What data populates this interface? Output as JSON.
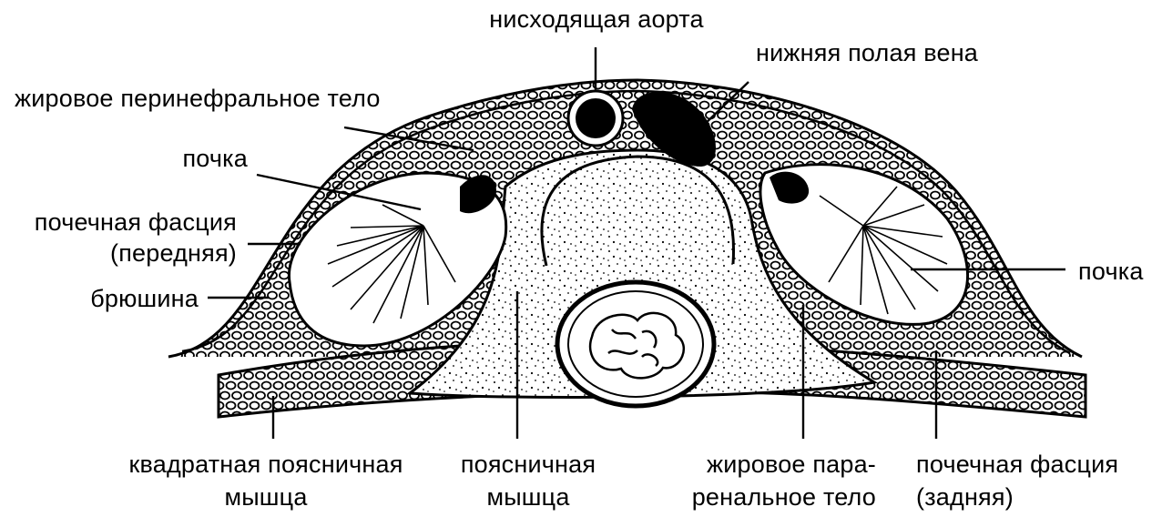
{
  "labels": {
    "descending_aorta": "нисходящая аорта",
    "inferior_vena_cava": "нижняя полая вена",
    "perirenal_fat": "жировое перинефральное тело",
    "kidney_left": "почка",
    "renal_fascia_anterior_l1": "почечная фасция",
    "renal_fascia_anterior_l2": "(передняя)",
    "peritoneum": "брюшина",
    "kidney_right": "почка",
    "quadratus_lumborum_l1": "квадратная поясничная",
    "quadratus_lumborum_l2": "мышца",
    "psoas_l1": "поясничная",
    "psoas_l2": "мышца",
    "pararenal_fat_l1": "жировое пара-",
    "pararenal_fat_l2": "ренальное тело",
    "renal_fascia_posterior_l1": "почечная фасция",
    "renal_fascia_posterior_l2": "(задняя)"
  },
  "colors": {
    "ink": "#000000",
    "paper": "#ffffff"
  }
}
